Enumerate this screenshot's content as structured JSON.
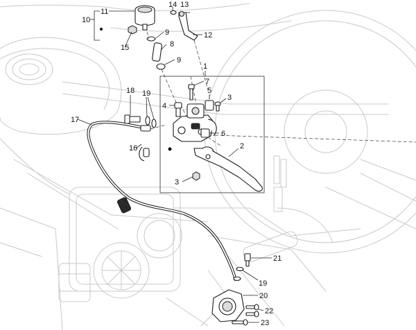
{
  "callouts": {
    "c1": "1",
    "c2": "2",
    "c3a": "3",
    "c3b": "3",
    "c4": "4",
    "c5": "5",
    "c6": "6",
    "c7": "7",
    "c8": "8",
    "c9a": "9",
    "c9b": "9",
    "c10": "10",
    "c11": "11",
    "c12": "12",
    "c13": "13",
    "c14": "14",
    "c15": "15",
    "c16": "16",
    "c17": "17",
    "c18": "18",
    "c19a": "19",
    "c19b": "19",
    "c20": "20",
    "c21": "21",
    "c22": "22",
    "c23": "23"
  }
}
